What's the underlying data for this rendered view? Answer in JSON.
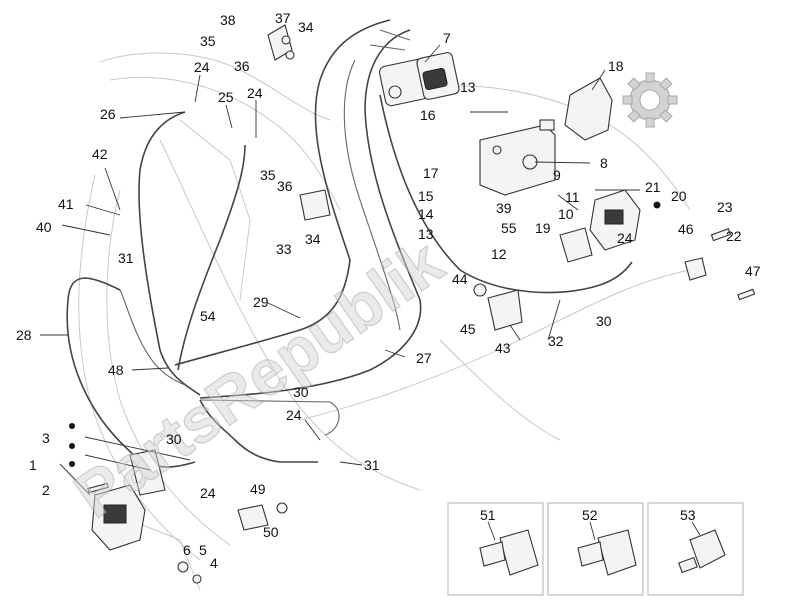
{
  "callouts": {
    "c1": "1",
    "c2": "2",
    "c3": "3",
    "c4": "4",
    "c5": "5",
    "c6": "6",
    "c7": "7",
    "c8": "8",
    "c9": "9",
    "c10": "10",
    "c11": "11",
    "c12": "12",
    "c13a": "13",
    "c13b": "13",
    "c14": "14",
    "c15": "15",
    "c16": "16",
    "c17": "17",
    "c18": "18",
    "c19": "19",
    "c20": "20",
    "c21": "21",
    "c22": "22",
    "c23": "23",
    "c24a": "24",
    "c24b": "24",
    "c24c": "24",
    "c24d": "24",
    "c24e": "24",
    "c25": "25",
    "c26": "26",
    "c27": "27",
    "c28": "28",
    "c29": "29",
    "c30a": "30",
    "c30b": "30",
    "c30c": "30",
    "c31a": "31",
    "c31b": "31",
    "c32": "32",
    "c33": "33",
    "c34a": "34",
    "c34b": "34",
    "c35a": "35",
    "c35b": "35",
    "c36a": "36",
    "c36b": "36",
    "c37": "37",
    "c38": "38",
    "c39": "39",
    "c40": "40",
    "c41": "41",
    "c42": "42",
    "c43": "43",
    "c44": "44",
    "c45": "45",
    "c46": "46",
    "c47": "47",
    "c48": "48",
    "c49": "49",
    "c50": "50",
    "c51": "51",
    "c52": "52",
    "c53": "53",
    "c54": "54",
    "c55": "55"
  },
  "watermark": {
    "text": "PartsRepublik",
    "icon": "gear-icon"
  },
  "colors": {
    "line": "#333333",
    "watermark": "#c0c0c0"
  }
}
